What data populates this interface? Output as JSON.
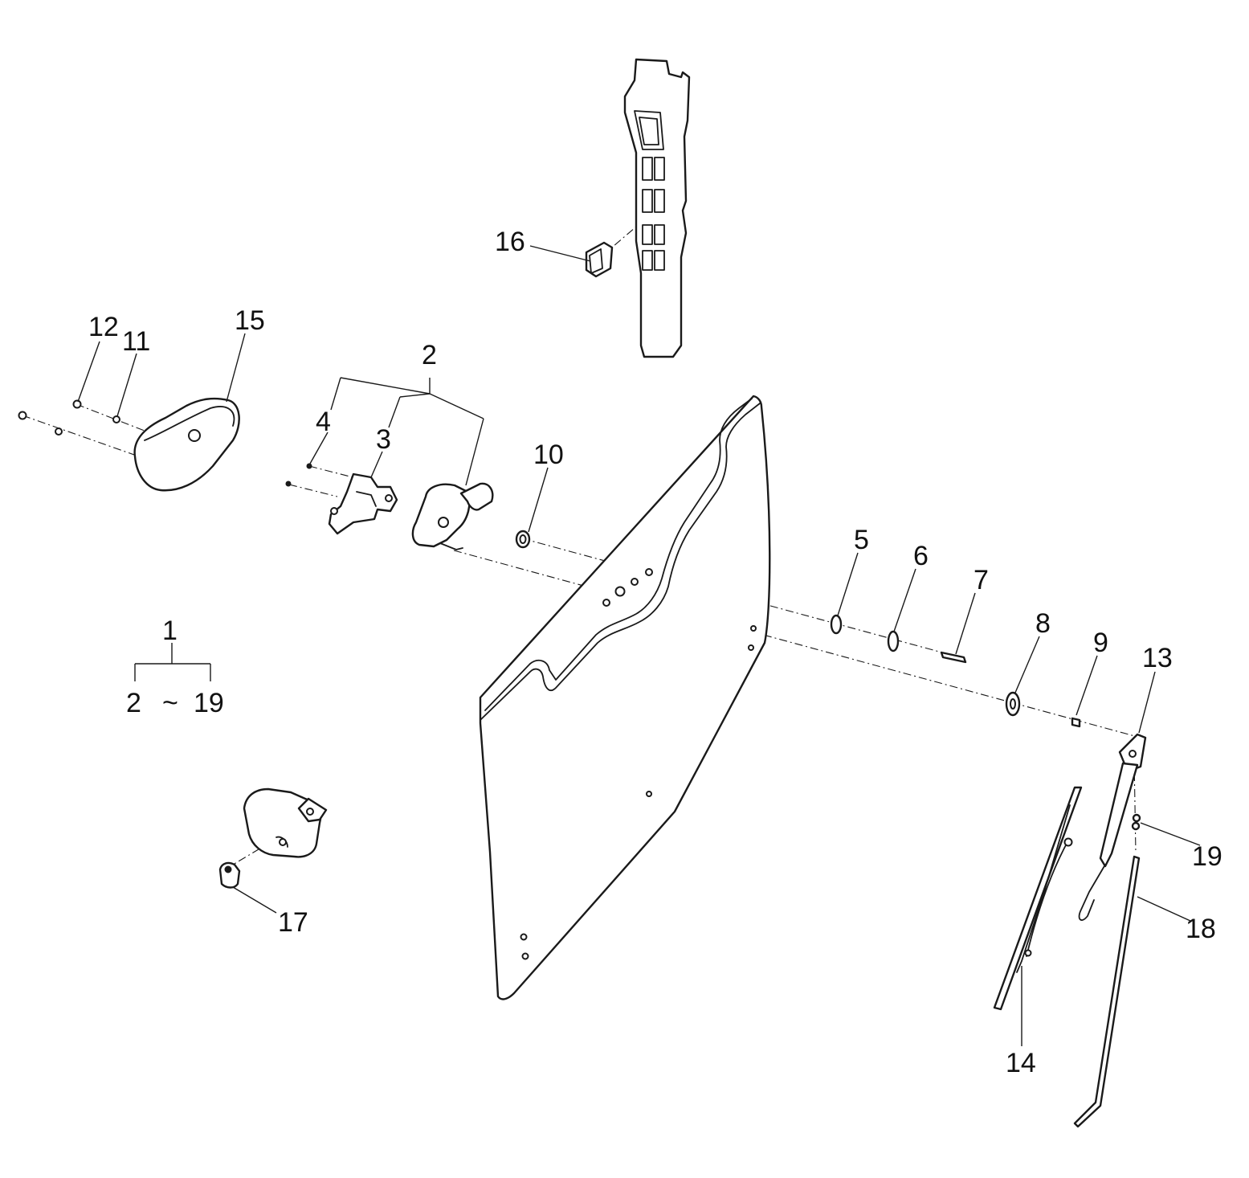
{
  "diagram": {
    "callouts": {
      "c1": "1",
      "c2": "2",
      "c3": "3",
      "c4": "4",
      "c5": "5",
      "c6": "6",
      "c7": "7",
      "c8": "8",
      "c9": "9",
      "c10": "10",
      "c11": "11",
      "c12": "12",
      "c13": "13",
      "c14": "14",
      "c15": "15",
      "c16": "16",
      "c17": "17",
      "c18": "18",
      "c19": "19"
    },
    "range": {
      "start": "2",
      "tilde": "~",
      "end": "19"
    }
  }
}
